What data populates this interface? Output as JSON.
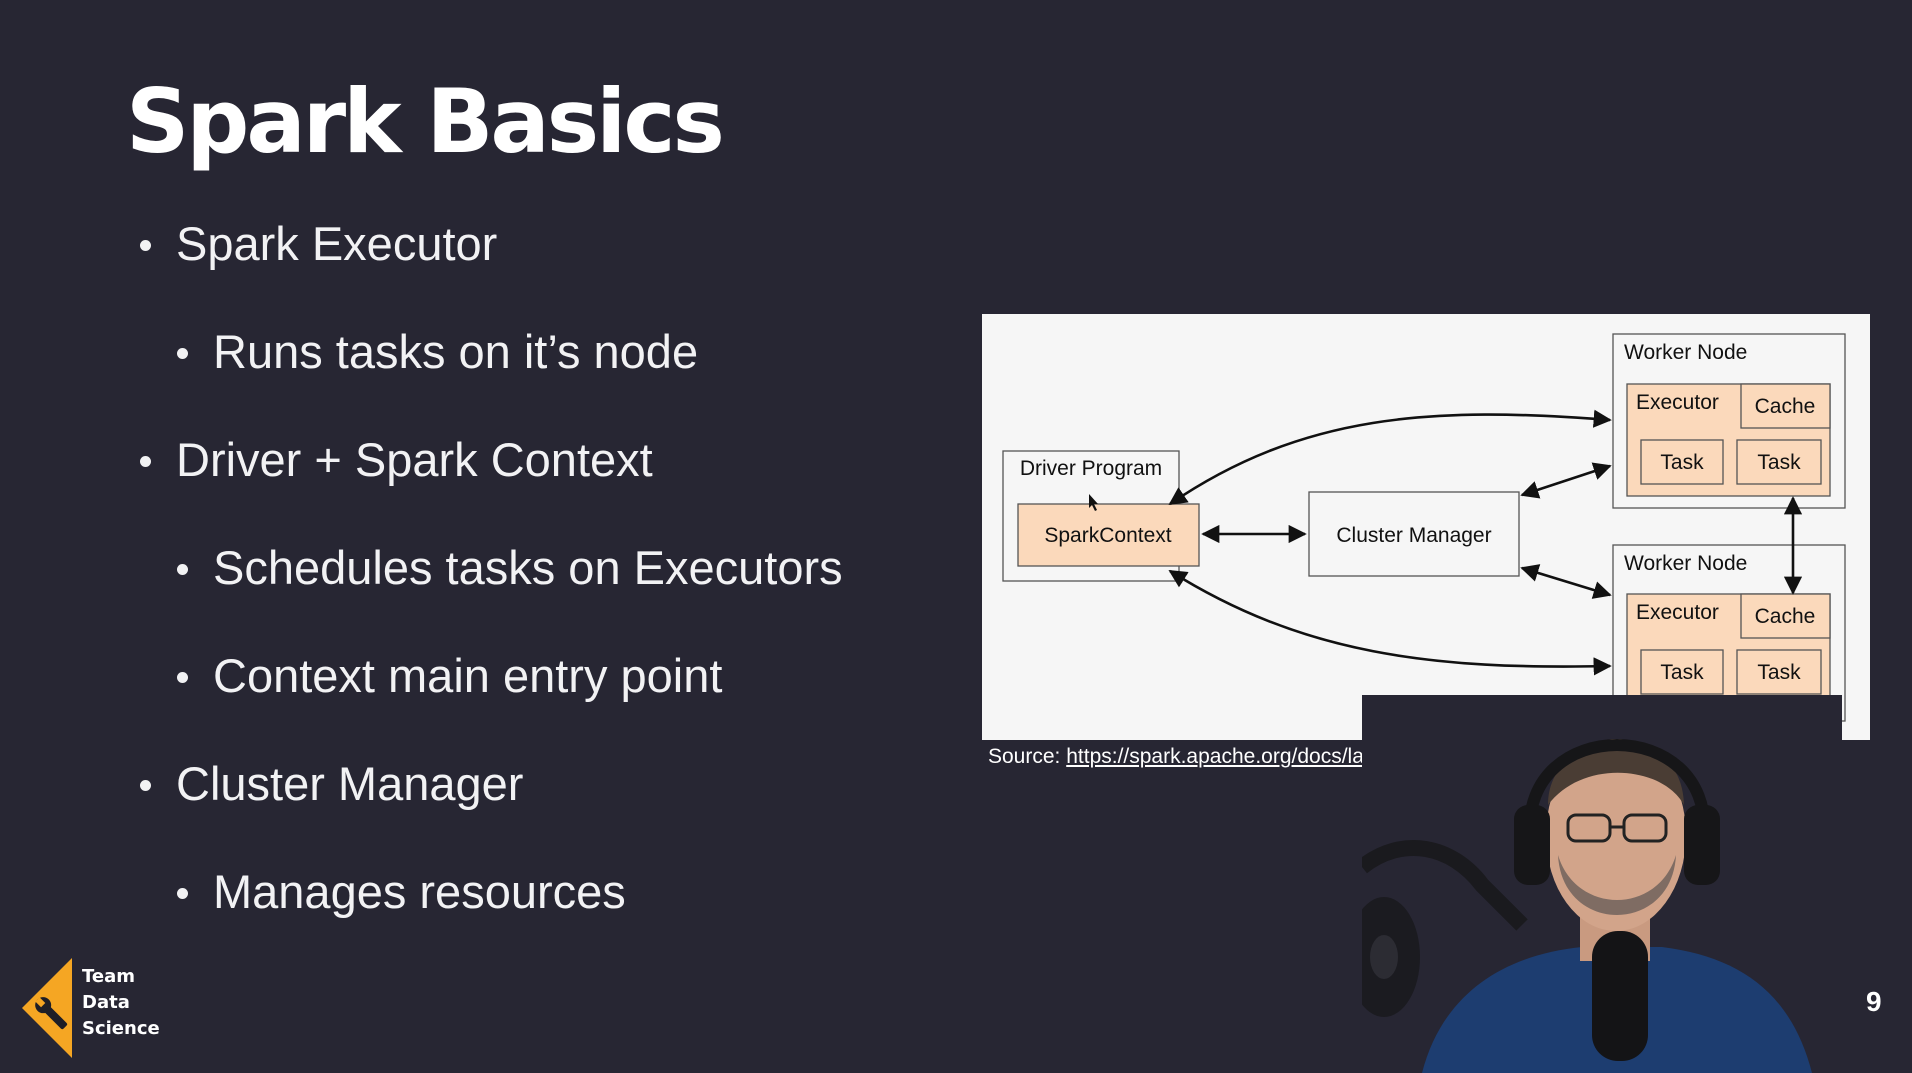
{
  "slide": {
    "title": "Spark Basics",
    "page_number": "9",
    "bullets": [
      {
        "level": 1,
        "text": "Spark Executor"
      },
      {
        "level": 2,
        "text": "Runs tasks on it’s node"
      },
      {
        "level": 1,
        "text": "Driver + Spark Context"
      },
      {
        "level": 2,
        "text": "Schedules tasks on Executors"
      },
      {
        "level": 2,
        "text": "Context main entry point"
      },
      {
        "level": 1,
        "text": "Cluster Manager"
      },
      {
        "level": 2,
        "text": "Manages resources"
      }
    ]
  },
  "diagram": {
    "driver_program": "Driver Program",
    "spark_context": "SparkContext",
    "cluster_manager": "Cluster Manager",
    "worker_node_label": "Worker Node",
    "executor": "Executor",
    "cache": "Cache",
    "task": "Task"
  },
  "source": {
    "prefix": "Source:",
    "link_text": "https://spark.apache.org/docs/latest/cluster-c..."
  },
  "logo": {
    "line1": "Team",
    "line2": "Data",
    "line3": "Science"
  },
  "colors": {
    "background": "#272633",
    "accent": "#f5a623",
    "box_fill": "#fbd9bb"
  }
}
